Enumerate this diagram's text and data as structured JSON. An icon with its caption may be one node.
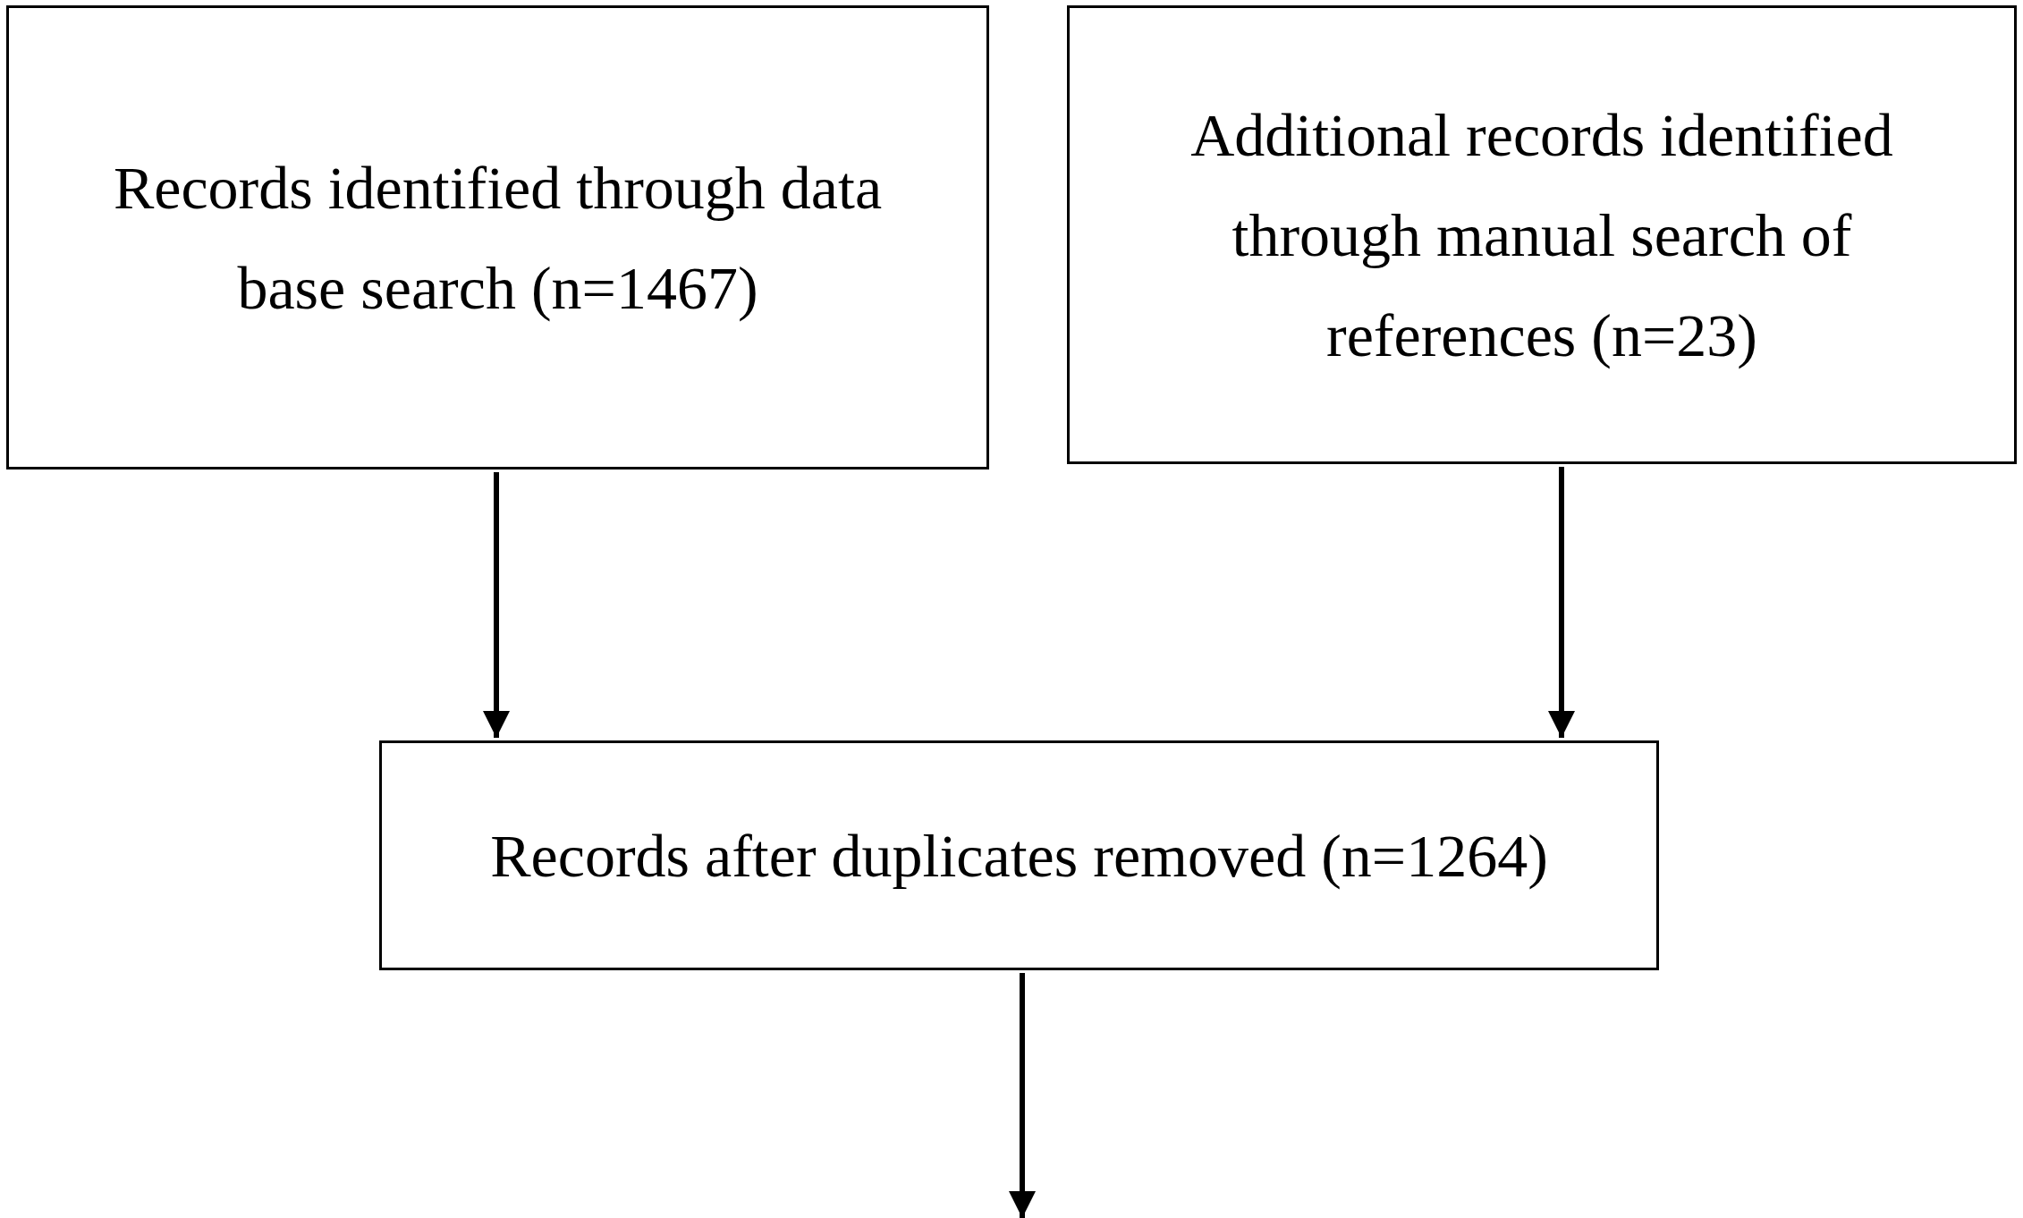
{
  "diagram": {
    "nodes": [
      {
        "text": [
          "Records identified through data base search (n=1467)"
        ]
      },
      {
        "text": [
          "Additional records identified through manual search of references (n=23)"
        ]
      },
      {
        "text": [
          "Records after duplicates removed (n=1264)"
        ]
      }
    ],
    "edges": [
      {
        "from": 0,
        "to": 2,
        "arrow": "to"
      },
      {
        "from": 1,
        "to": 2,
        "arrow": "to"
      },
      {
        "from": 2,
        "to": null,
        "arrow": "to"
      }
    ]
  }
}
